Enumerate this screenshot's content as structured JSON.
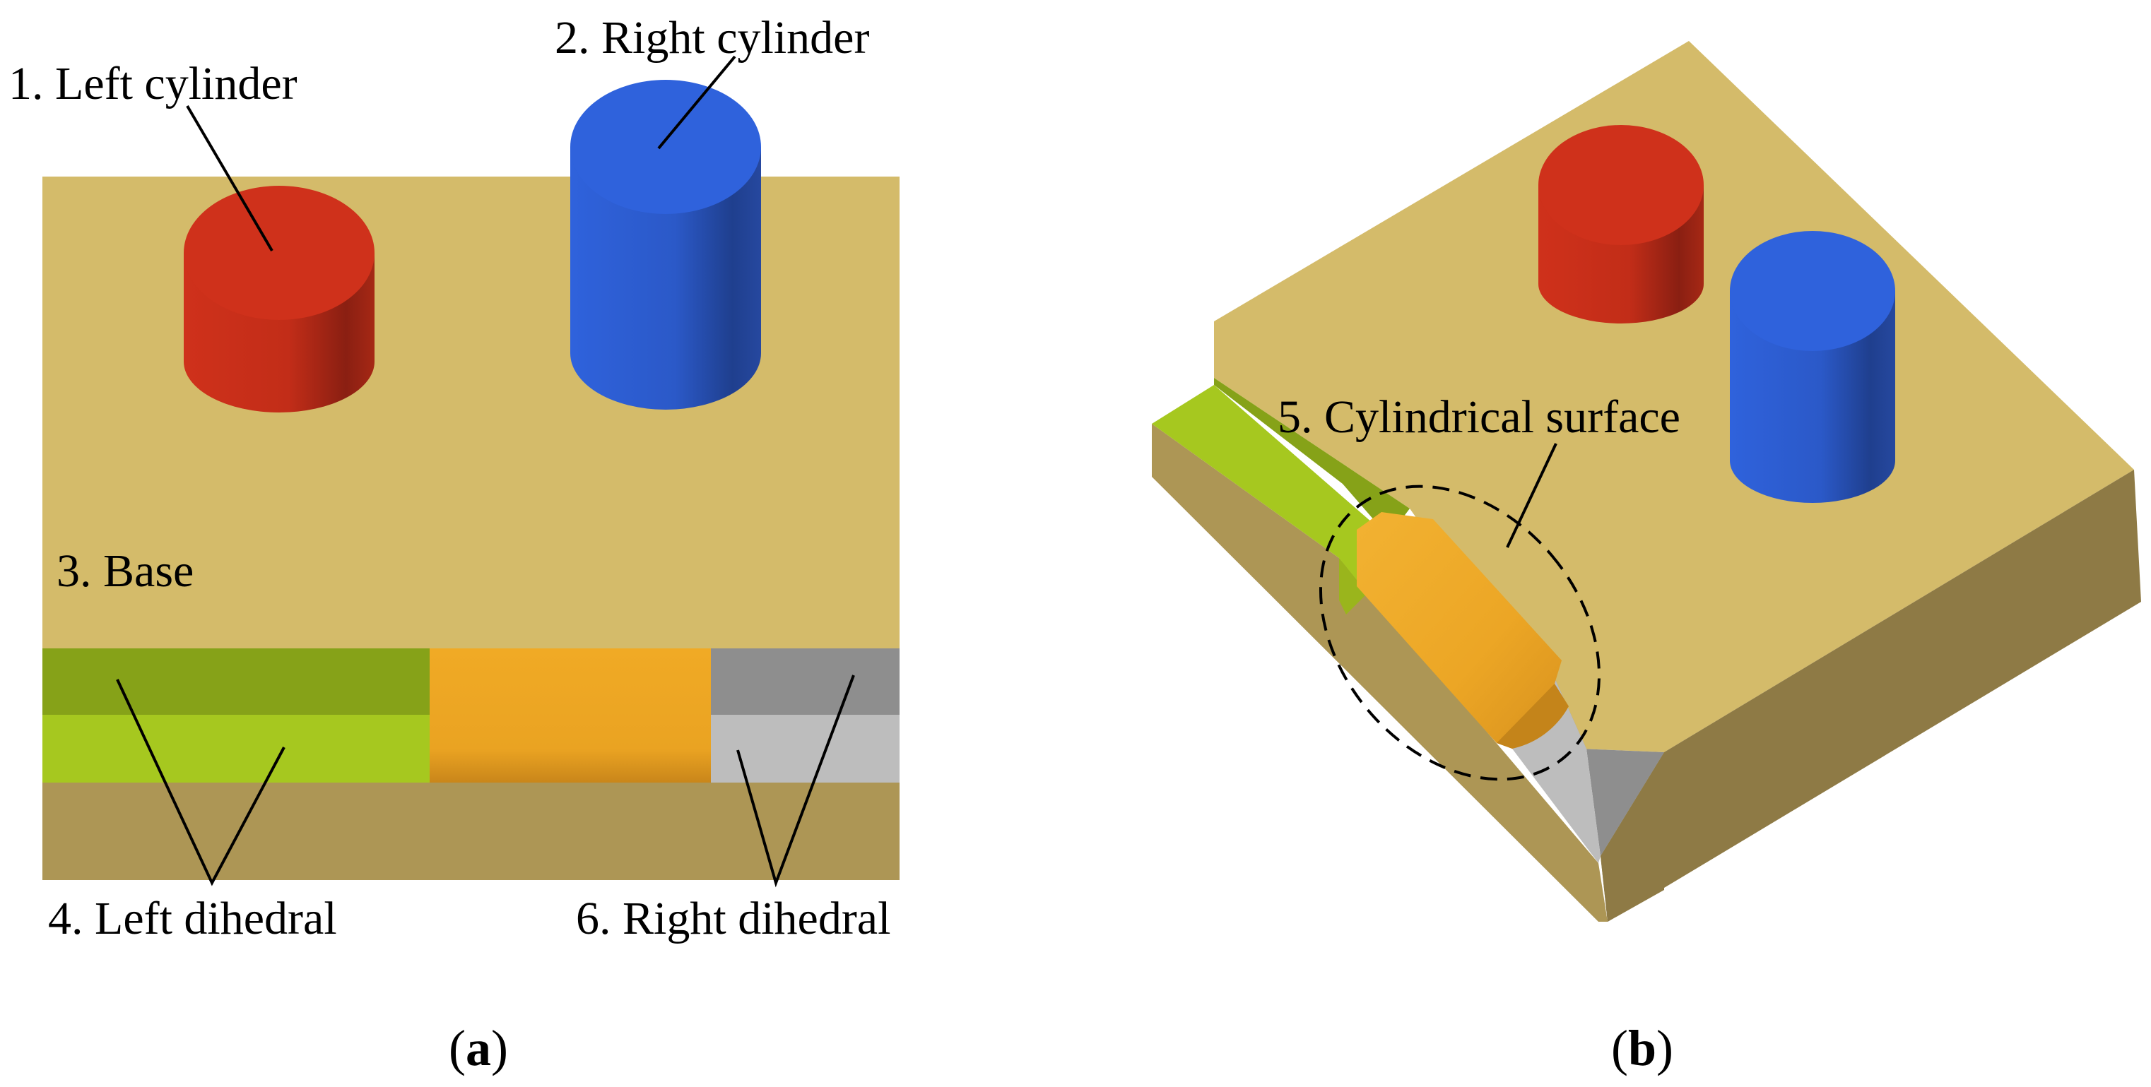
{
  "panels": [
    {
      "caption_open": "(",
      "caption_letter": "a",
      "caption_close": ")",
      "labels": {
        "left_cylinder": "1. Left cylinder",
        "right_cylinder": "2. Right cylinder",
        "base": "3. Base",
        "left_dihedral": "4. Left dihedral",
        "right_dihedral": "6. Right dihedral"
      }
    },
    {
      "caption_open": "(",
      "caption_letter": "b",
      "caption_close": ")",
      "labels": {
        "cylindrical_surface": "5. Cylindrical surface"
      }
    }
  ],
  "colors": {
    "base_top": "#d4bb6a",
    "base_front": "#ad9655",
    "base_side": "#8e7a45",
    "left_cylinder": "#cf311b",
    "right_cylinder": "#2f62dc",
    "left_dihedral_upper": "#86a218",
    "left_dihedral_lower": "#a6c81f",
    "cylindrical_surface": "#f0aa25",
    "right_dihedral_upper": "#8e8e8e",
    "right_dihedral_lower": "#bdbdbd"
  }
}
